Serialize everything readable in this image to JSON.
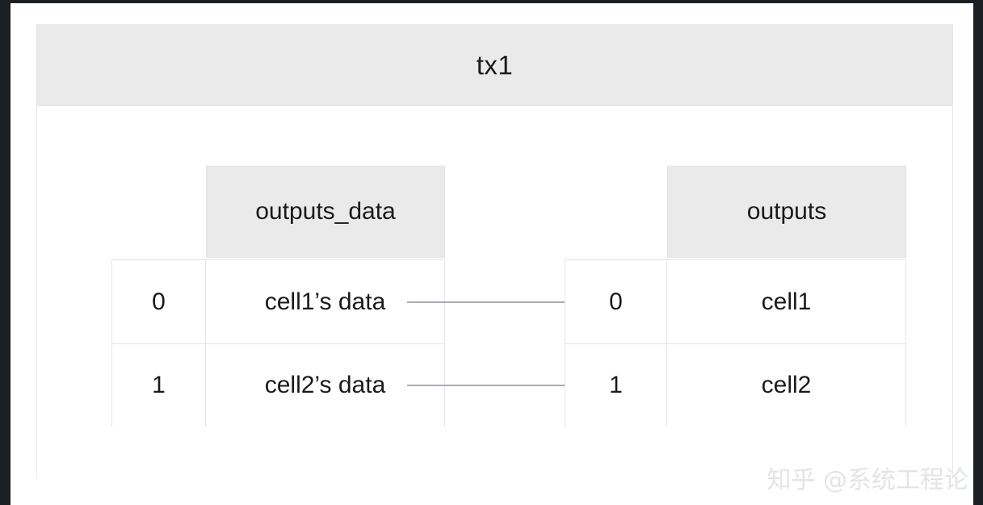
{
  "diagram": {
    "title": "tx1",
    "entities": [
      {
        "id": "outputs_data",
        "header": "outputs_data",
        "rows": [
          {
            "index": "0",
            "value": "cell1’s data"
          },
          {
            "index": "1",
            "value": "cell2’s data"
          }
        ]
      },
      {
        "id": "outputs",
        "header": "outputs",
        "rows": [
          {
            "index": "0",
            "value": "cell1"
          },
          {
            "index": "1",
            "value": "cell2"
          }
        ]
      }
    ],
    "connectors": [
      {
        "from": "outputs_data.0",
        "to": "outputs.0"
      },
      {
        "from": "outputs_data.1",
        "to": "outputs.1"
      }
    ]
  },
  "watermark": {
    "text": "知乎 @系统工程论"
  },
  "colors": {
    "header_gray": "#eaeaea",
    "border_gray": "#e3e5e8",
    "connector_gray": "#a9adb3",
    "text_dark": "#1a1a1a",
    "frame_dark": "#1b1e23",
    "watermark_gray": "#e2e4e6"
  }
}
